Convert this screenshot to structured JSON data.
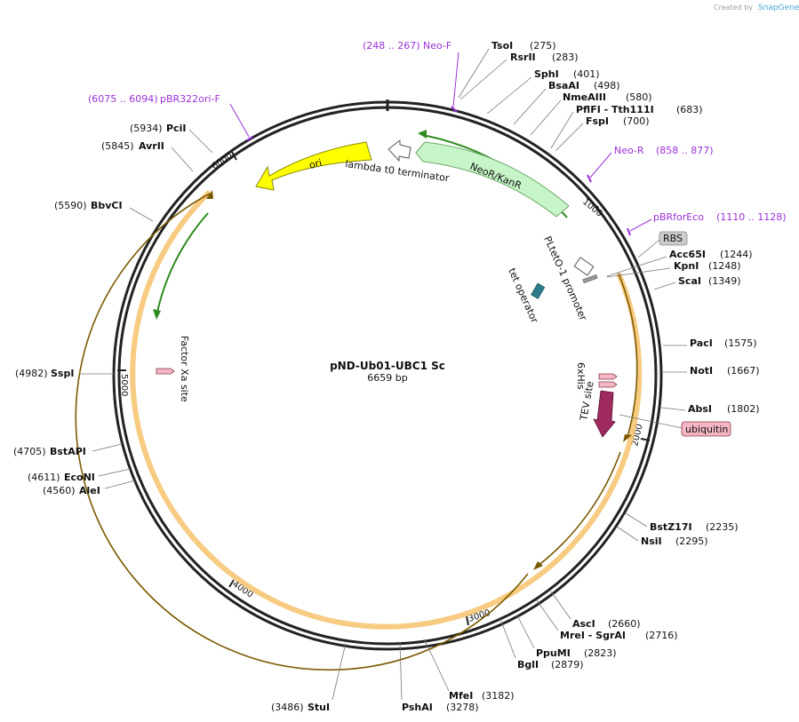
{
  "credit": {
    "text": "Created by",
    "brand": "SnapGene"
  },
  "plasmid": {
    "name": "pND-Ub01-UBC1 Sc",
    "size": "6659 bp"
  },
  "ticks": [
    "1000",
    "2000",
    "3000",
    "4000",
    "5000",
    "6000"
  ],
  "sites": [
    {
      "name": "TsoI",
      "pos": "(275)"
    },
    {
      "name": "RsrII",
      "pos": "(283)"
    },
    {
      "name": "SphI",
      "pos": "(401)"
    },
    {
      "name": "BsaAI",
      "pos": "(498)"
    },
    {
      "name": "NmeAIII",
      "pos": "(580)"
    },
    {
      "name": "PflFI - Tth111I",
      "pos": "(683)"
    },
    {
      "name": "FspI",
      "pos": "(700)"
    },
    {
      "name": "Acc65I",
      "pos": "(1244)"
    },
    {
      "name": "KpnI",
      "pos": "(1248)"
    },
    {
      "name": "ScaI",
      "pos": "(1349)"
    },
    {
      "name": "PacI",
      "pos": "(1575)"
    },
    {
      "name": "NotI",
      "pos": "(1667)"
    },
    {
      "name": "AbsI",
      "pos": "(1802)"
    },
    {
      "name": "BstZ17I",
      "pos": "(2235)"
    },
    {
      "name": "NsiI",
      "pos": "(2295)"
    },
    {
      "name": "AscI",
      "pos": "(2660)"
    },
    {
      "name": "MreI - SgrAI",
      "pos": "(2716)"
    },
    {
      "name": "PpuMI",
      "pos": "(2823)"
    },
    {
      "name": "BglI",
      "pos": "(2879)"
    },
    {
      "name": "MfeI",
      "pos": "(3182)"
    },
    {
      "name": "PshAI",
      "pos": "(3278)"
    },
    {
      "name": "StuI",
      "pos": "(3486)"
    },
    {
      "name": "AleI",
      "pos": "(4560)"
    },
    {
      "name": "EcoNI",
      "pos": "(4611)"
    },
    {
      "name": "BstAPI",
      "pos": "(4705)"
    },
    {
      "name": "SspI",
      "pos": "(4982)"
    },
    {
      "name": "BbvCI",
      "pos": "(5590)"
    },
    {
      "name": "AvrII",
      "pos": "(5845)"
    },
    {
      "name": "PciI",
      "pos": "(5934)"
    }
  ],
  "primers": [
    {
      "name": "Neo-F",
      "range": "(248 .. 267)"
    },
    {
      "name": "pBR322ori-F",
      "range": "(6075 .. 6094)"
    },
    {
      "name": "Neo-R",
      "range": "(858 .. 877)"
    },
    {
      "name": "pBRforEco",
      "range": "(1110 .. 1128)"
    }
  ],
  "features": {
    "ori": "ori",
    "lambda": "lambda t0 terminator",
    "neo": "NeoR/KanR",
    "promoter": "PLtetO-1 promoter",
    "tetop": "tet operator",
    "factorxa": "Factor Xa site",
    "his": "6xHis",
    "tev": "TEV site",
    "rbs": "RBS",
    "ubiquitin": "ubiquitin"
  },
  "colors": {
    "ori": "#ffff00",
    "neo": "#c7f5c7",
    "cds_glow": "#f6c26b",
    "cds_line": "#7a5a00",
    "green_line": "#2e8b1f",
    "primer": "#9b30d9",
    "tev": "#9e2a5e",
    "tetop": "#2c7a8a"
  }
}
